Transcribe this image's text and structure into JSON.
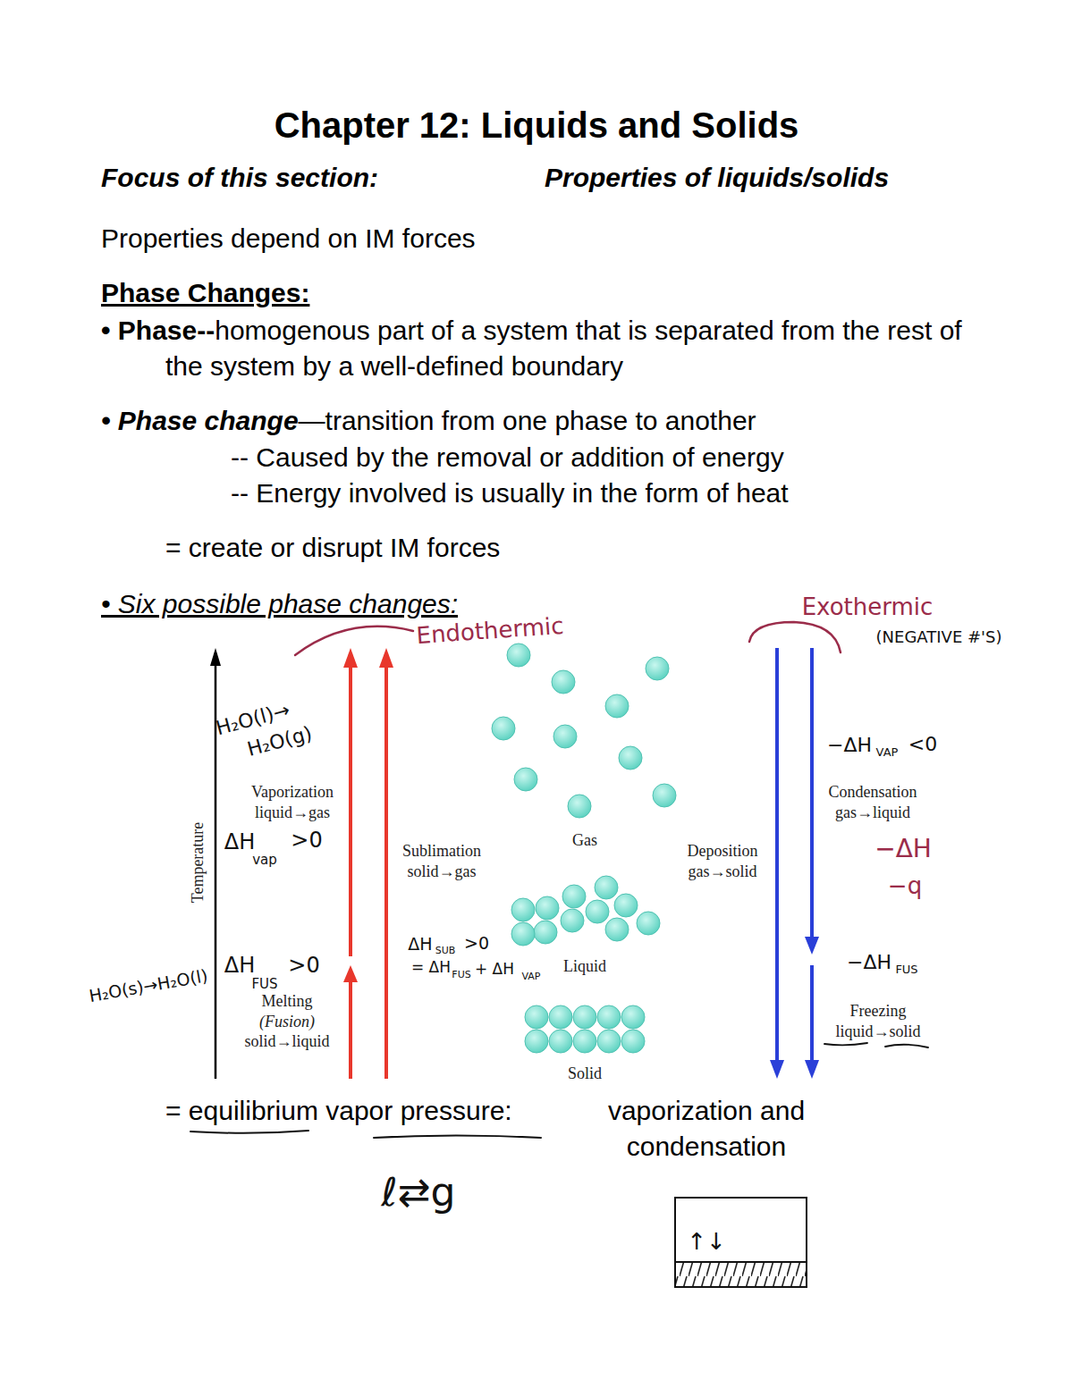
{
  "diagram": {
    "title": "Chapter 12: Liquids and Solids",
    "labels": [
      "Focus of this section:",
      "Properties of liquids/solids",
      "Properties depend on IM forces",
      "Phase Changes:",
      "• Phase--",
      "homogenous part of a system that is separated from the rest of the system by a well-defined boundary",
      "• Phase change",
      "—transition from one phase to another",
      "-- Caused by the removal or addition of energy",
      "-- Energy involved is usually in the form of heat",
      "= create or disrupt IM forces",
      "• Six possible phase changes:",
      "Endothermic",
      "Exothermic",
      "(NEGATIVE #'S)",
      "H₂O(l)→",
      "H₂O(g)",
      "Vaporization",
      "liquid→gas",
      "ΔH",
      "vap",
      ">0",
      "Temperature",
      "Sublimation",
      "solid→gas",
      "Gas",
      "Deposition",
      "gas→solid",
      "−ΔH",
      "VAP",
      "<0",
      "Condensation",
      "gas→liquid",
      "−ΔH",
      "−q",
      "ΔH",
      "SUB",
      ">0",
      "= ΔH",
      "FUS",
      "+ ΔH",
      "VAP",
      "Liquid",
      "H₂O(s)→H₂O(l)",
      "ΔH",
      "FUS",
      ">0",
      "Melting",
      "(Fusion)",
      "solid→liquid",
      "−ΔH",
      "FUS",
      "Freezing",
      "liquid→solid",
      "Solid",
      "= equilibrium vapor pressure:",
      "vaporization and condensation",
      "ℓ⇄g",
      "↑↓"
    ]
  }
}
